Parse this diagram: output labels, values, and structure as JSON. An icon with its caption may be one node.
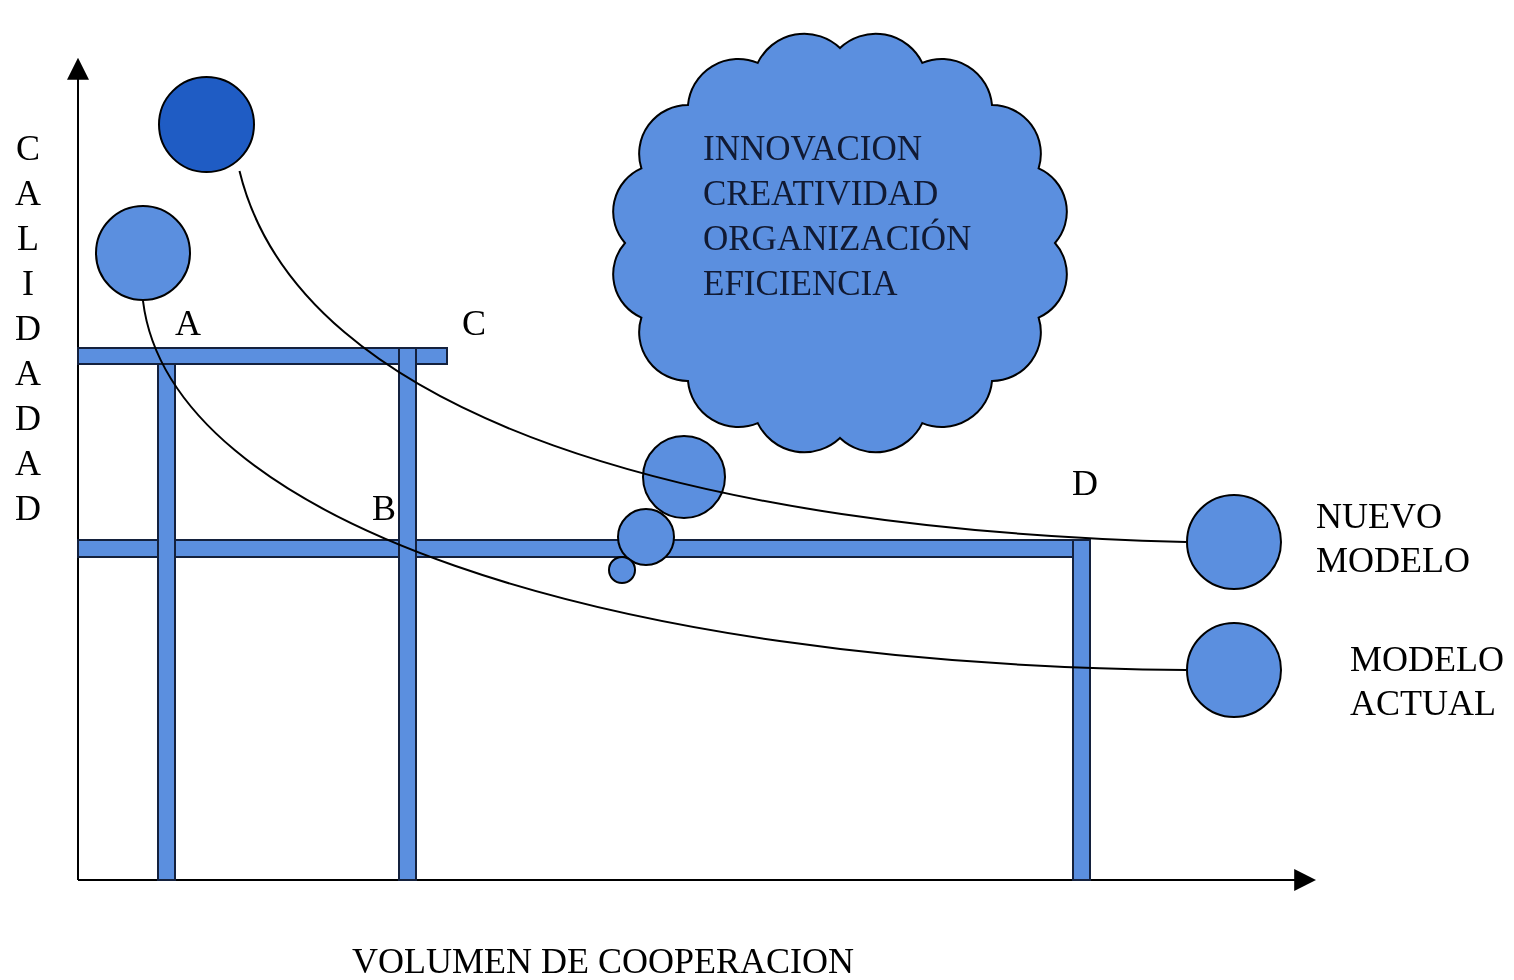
{
  "diagram": {
    "nodes": [
      {
        "text": [
          "INNOVACION CREATIVIDAD ORGANIZACIÓN EFICIENCIA"
        ]
      },
      {
        "text": [],
        "shape": "circle"
      },
      {
        "text": [],
        "shape": "circle"
      },
      {
        "text": [],
        "shape": "circle",
        "beside": [
          "NUEVO MODELO"
        ]
      },
      {
        "text": [],
        "shape": "circle",
        "beside": [
          "MODELO ACTUAL"
        ]
      }
    ],
    "edges": [
      {
        "from": 1,
        "to": 3,
        "arrow": "none"
      },
      {
        "from": 2,
        "to": 4,
        "arrow": "none"
      }
    ],
    "labels": [
      "CALIDADAD",
      "A",
      "C",
      "D",
      "B",
      "VOLUMEN DE COOPERACION"
    ]
  }
}
